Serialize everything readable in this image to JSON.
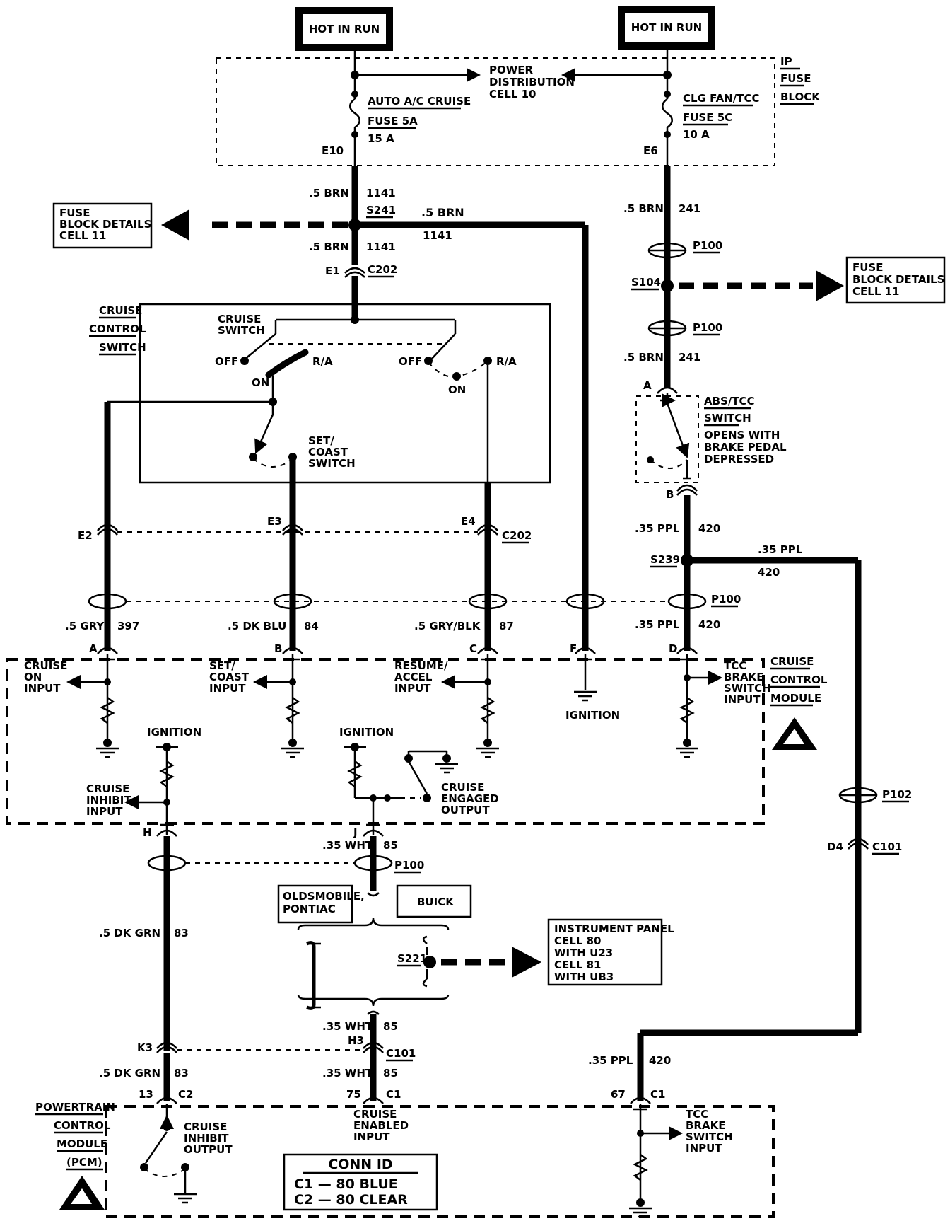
{
  "power_sources": {
    "left": "HOT IN RUN",
    "right": "HOT IN RUN"
  },
  "ip_fuse_block": {
    "label_lines": [
      "IP",
      "FUSE",
      "BLOCK"
    ],
    "power_distribution": [
      "POWER",
      "DISTRIBUTION",
      "CELL 10"
    ],
    "fuse_left": {
      "name": "AUTO A/C CRUISE",
      "fuse": "FUSE 5A",
      "rating": "15 A",
      "terminal": "E10"
    },
    "fuse_right": {
      "name": "CLG FAN/TCC",
      "fuse": "FUSE 5C",
      "rating": "10 A",
      "terminal": "E6"
    }
  },
  "refs": {
    "fuse_details_left": [
      "FUSE",
      "BLOCK DETAILS",
      "CELL 11"
    ],
    "fuse_details_right": [
      "FUSE",
      "BLOCK DETAILS",
      "CELL 11"
    ],
    "instrument_panel": [
      "INSTRUMENT PANEL",
      "CELL 80",
      "WITH U23",
      "CELL 81",
      "WITH UB3"
    ]
  },
  "wires": {
    "brn_1141_a": {
      "gauge": ".5 BRN",
      "circuit": "1141"
    },
    "brn_1141_b": {
      "gauge": ".5 BRN",
      "circuit": "1141"
    },
    "brn_1141_c": {
      "gauge": ".5 BRN",
      "circuit": "1141"
    },
    "brn_241_a": {
      "gauge": ".5 BRN",
      "circuit": "241"
    },
    "brn_241_b": {
      "gauge": ".5 BRN",
      "circuit": "241"
    },
    "ppl_420_a": {
      "gauge": ".35 PPL",
      "circuit": "420"
    },
    "ppl_420_b": {
      "gauge": ".35 PPL",
      "circuit": "420"
    },
    "ppl_420_c": {
      "gauge": ".35 PPL",
      "circuit": "420"
    },
    "ppl_420_d": {
      "gauge": ".35 PPL",
      "circuit": "420"
    },
    "gry_397": {
      "gauge": ".5 GRY",
      "circuit": "397"
    },
    "dkblu_84": {
      "gauge": ".5 DK BLU",
      "circuit": "84"
    },
    "gryblk_87": {
      "gauge": ".5 GRY/BLK",
      "circuit": "87"
    },
    "wht_85_a": {
      "gauge": ".35 WHT",
      "circuit": "85"
    },
    "wht_85_b": {
      "gauge": ".35 WHT",
      "circuit": "85"
    },
    "wht_85_c": {
      "gauge": ".35 WHT",
      "circuit": "85"
    },
    "dkgrn_83_a": {
      "gauge": ".5 DK GRN",
      "circuit": "83"
    },
    "dkgrn_83_b": {
      "gauge": ".5 DK GRN",
      "circuit": "83"
    }
  },
  "splices": {
    "s241": "S241",
    "s104": "S104",
    "s239": "S239",
    "s221": "S221"
  },
  "connectors": {
    "c202_top": "C202",
    "e1": "E1",
    "p100_a": "P100",
    "p100_b": "P100",
    "p100_row": "P100",
    "p100_j": "P100",
    "e2": "E2",
    "e3": "E3",
    "e4": "E4",
    "c202_row": "C202",
    "p102": "P102",
    "d4": "D4",
    "c101_right": "C101",
    "k3": "K3",
    "h3": "H3",
    "c101_bottom": "C101",
    "pcm_13": "13",
    "pcm_c2": "C2",
    "pcm_75": "75",
    "pcm_c1": "C1",
    "pcm_67": "67",
    "pcm_c1_right": "C1"
  },
  "cruise_control_switch": {
    "title_lines": [
      "CRUISE",
      "CONTROL",
      "SWITCH"
    ],
    "cruise_switch": [
      "CRUISE",
      "SWITCH"
    ],
    "off_left": "OFF",
    "ra_left": "R/A",
    "on_left": "ON",
    "off_right": "OFF",
    "ra_right": "R/A",
    "on_right": "ON",
    "set_coast": [
      "SET/",
      "COAST",
      "SWITCH"
    ]
  },
  "abs_tcc_switch": {
    "pin_a": "A",
    "pin_b": "B",
    "label_lines": [
      "ABS/TCC",
      "SWITCH"
    ],
    "desc_lines": [
      "OPENS WITH",
      "BRAKE PEDAL",
      "DEPRESSED"
    ]
  },
  "cruise_control_module": {
    "title_lines": [
      "CRUISE",
      "CONTROL",
      "MODULE"
    ],
    "pins": [
      "A",
      "B",
      "C",
      "F",
      "D",
      "H",
      "J"
    ],
    "cruise_on_input": [
      "CRUISE",
      "ON",
      "INPUT"
    ],
    "set_coast_input": [
      "SET/",
      "COAST",
      "INPUT"
    ],
    "resume_accel_input": [
      "RESUME/",
      "ACCEL",
      "INPUT"
    ],
    "ignition_f": "IGNITION",
    "tcc_brake_input": [
      "TCC",
      "BRAKE",
      "SWITCH",
      "INPUT"
    ],
    "ignition_h": "IGNITION",
    "ignition_j": "IGNITION",
    "cruise_inhibit_input": [
      "CRUISE",
      "INHIBIT",
      "INPUT"
    ],
    "cruise_engaged_output": [
      "CRUISE",
      "ENGAGED",
      "OUTPUT"
    ]
  },
  "options": {
    "olds_pontiac": [
      "OLDSMOBILE,",
      "PONTIAC"
    ],
    "buick": "BUICK"
  },
  "pcm": {
    "title_lines": [
      "POWERTRAIN",
      "CONTROL",
      "MODULE",
      "(PCM)"
    ],
    "cruise_inhibit_output": [
      "CRUISE",
      "INHIBIT",
      "OUTPUT"
    ],
    "cruise_enabled_input": [
      "CRUISE",
      "ENABLED",
      "INPUT"
    ],
    "tcc_brake_input": [
      "TCC",
      "BRAKE",
      "SWITCH",
      "INPUT"
    ],
    "conn_id": {
      "title": "CONN ID",
      "c1": "C1 — 80 BLUE",
      "c2": "C2 — 80 CLEAR"
    }
  }
}
